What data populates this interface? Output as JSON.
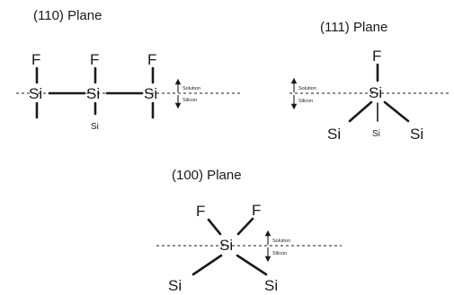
{
  "planes": {
    "p110": {
      "title": "(110) Plane",
      "atoms": {
        "f1": "F",
        "f2": "F",
        "f3": "F",
        "si1": "Si",
        "si2": "Si",
        "si3": "Si",
        "si_below": "Si"
      },
      "side_labels": {
        "solution": "Solution",
        "silicon": "Silicon"
      }
    },
    "p111": {
      "title": "(111) Plane",
      "atoms": {
        "f": "F",
        "si_center": "Si",
        "si_left": "Si",
        "si_middle": "Si",
        "si_right": "Si"
      },
      "side_labels": {
        "solution": "Solution",
        "silicon": "Silicon"
      }
    },
    "p100": {
      "title": "(100) Plane",
      "atoms": {
        "f_left": "F",
        "f_right": "F",
        "si_center": "Si",
        "si_left": "Si",
        "si_right": "Si"
      },
      "side_labels": {
        "solution": "Solution",
        "silicon": "Silicon"
      }
    }
  }
}
